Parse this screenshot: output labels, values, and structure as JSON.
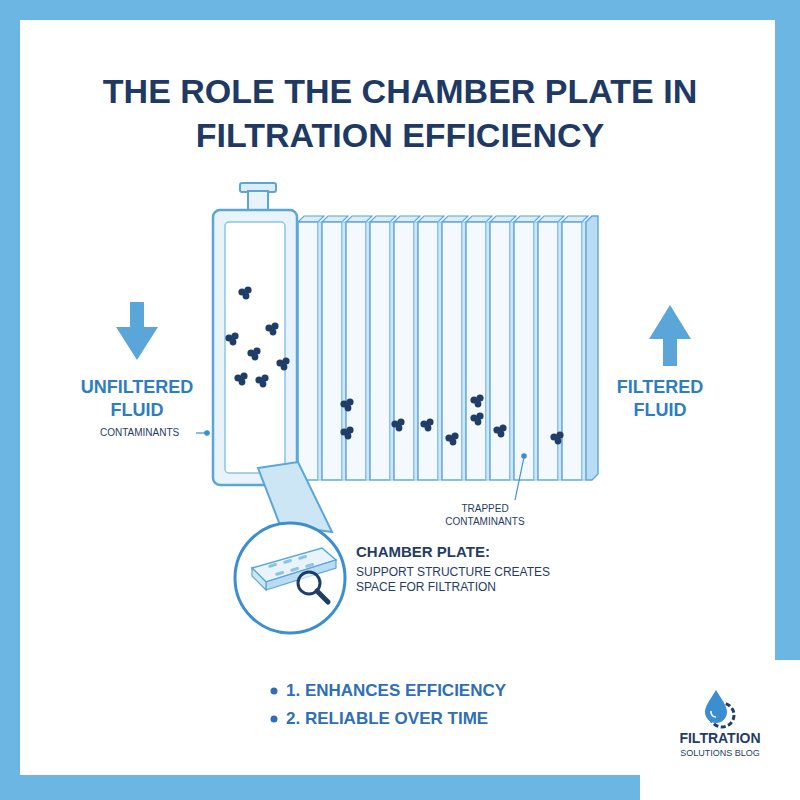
{
  "diagram": {
    "title": "THE ROLE THE CHAMBER PLATE IN FILTRATION EFFICIENCY",
    "labels": [
      "UNFILTERED FLUID",
      "CONTAMINANTS",
      "FILTERED FLUID",
      "TRAPPED CONTAMINANTS",
      "CHAMBER PLATE:",
      "SUPPORT STRUCTURE CREATES SPACE FOR FILTRATION",
      "1. ENHANCES EFFICIENCY",
      "2. RELIABLE OVER TIME",
      "FILTRATION",
      "SOLUTIONS BLOG"
    ]
  }
}
